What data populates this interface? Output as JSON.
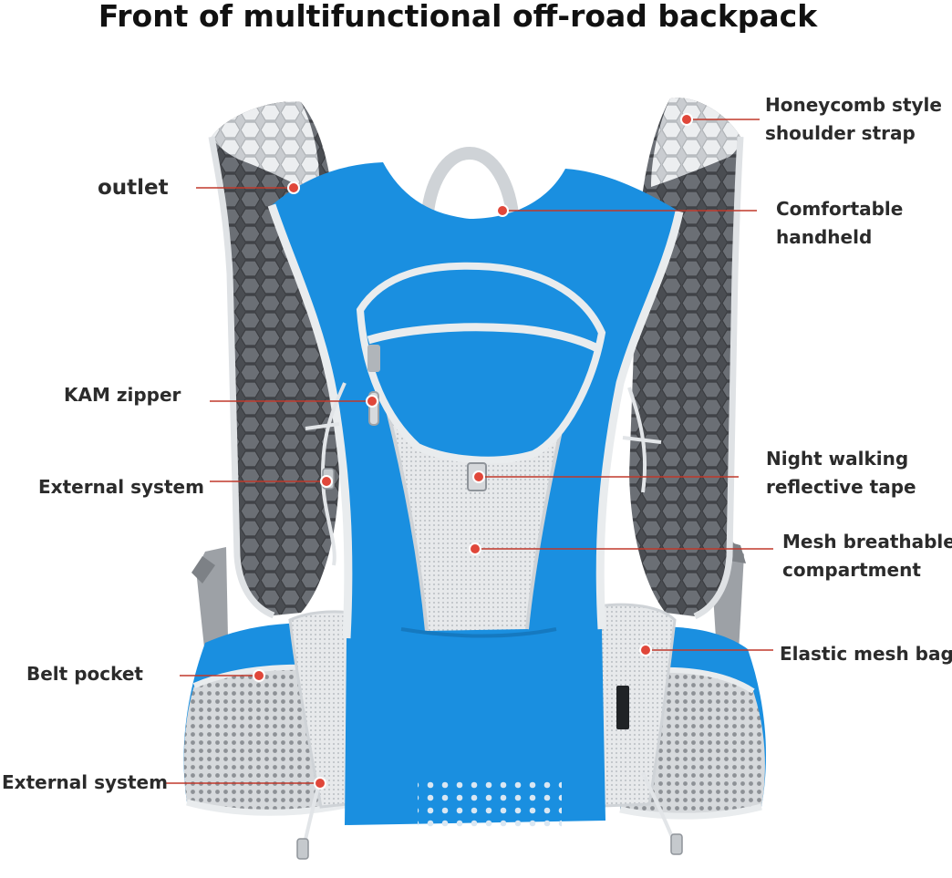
{
  "title": "Front of multifunctional off-road backpack",
  "colors": {
    "body_blue": "#1a8fe0",
    "mesh_gray": "#b8bcc0",
    "trim_white": "#e9ecee",
    "leader_red": "#c0392b",
    "dot_red": "#e0473a"
  },
  "labels": {
    "outlet": "outlet",
    "kam_zipper": "KAM zipper",
    "external_system_1": "External system",
    "belt_pocket": "Belt pocket",
    "external_system_2": "External system",
    "honeycomb_1": "Honeycomb style",
    "honeycomb_2": "shoulder strap",
    "handheld_1": "Comfortable",
    "handheld_2": "handheld",
    "reflective_1": "Night walking",
    "reflective_2": "reflective tape",
    "mesh_1": "Mesh breathable",
    "mesh_2": "compartment",
    "elastic_mesh": "Elastic mesh bag"
  }
}
